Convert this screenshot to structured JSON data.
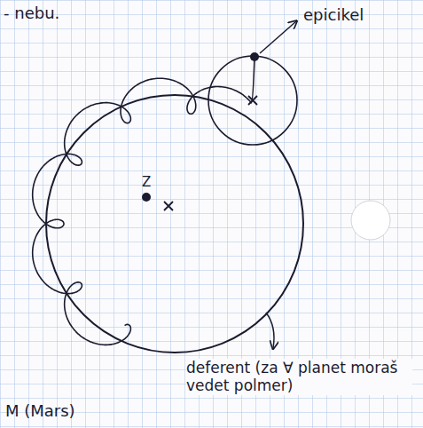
{
  "diagram": {
    "labels": [
      "- nebu.",
      "epicikel",
      "Z",
      "deferent (za ∀ planet moraš vedet polmer)",
      "M (Mars)"
    ]
  }
}
